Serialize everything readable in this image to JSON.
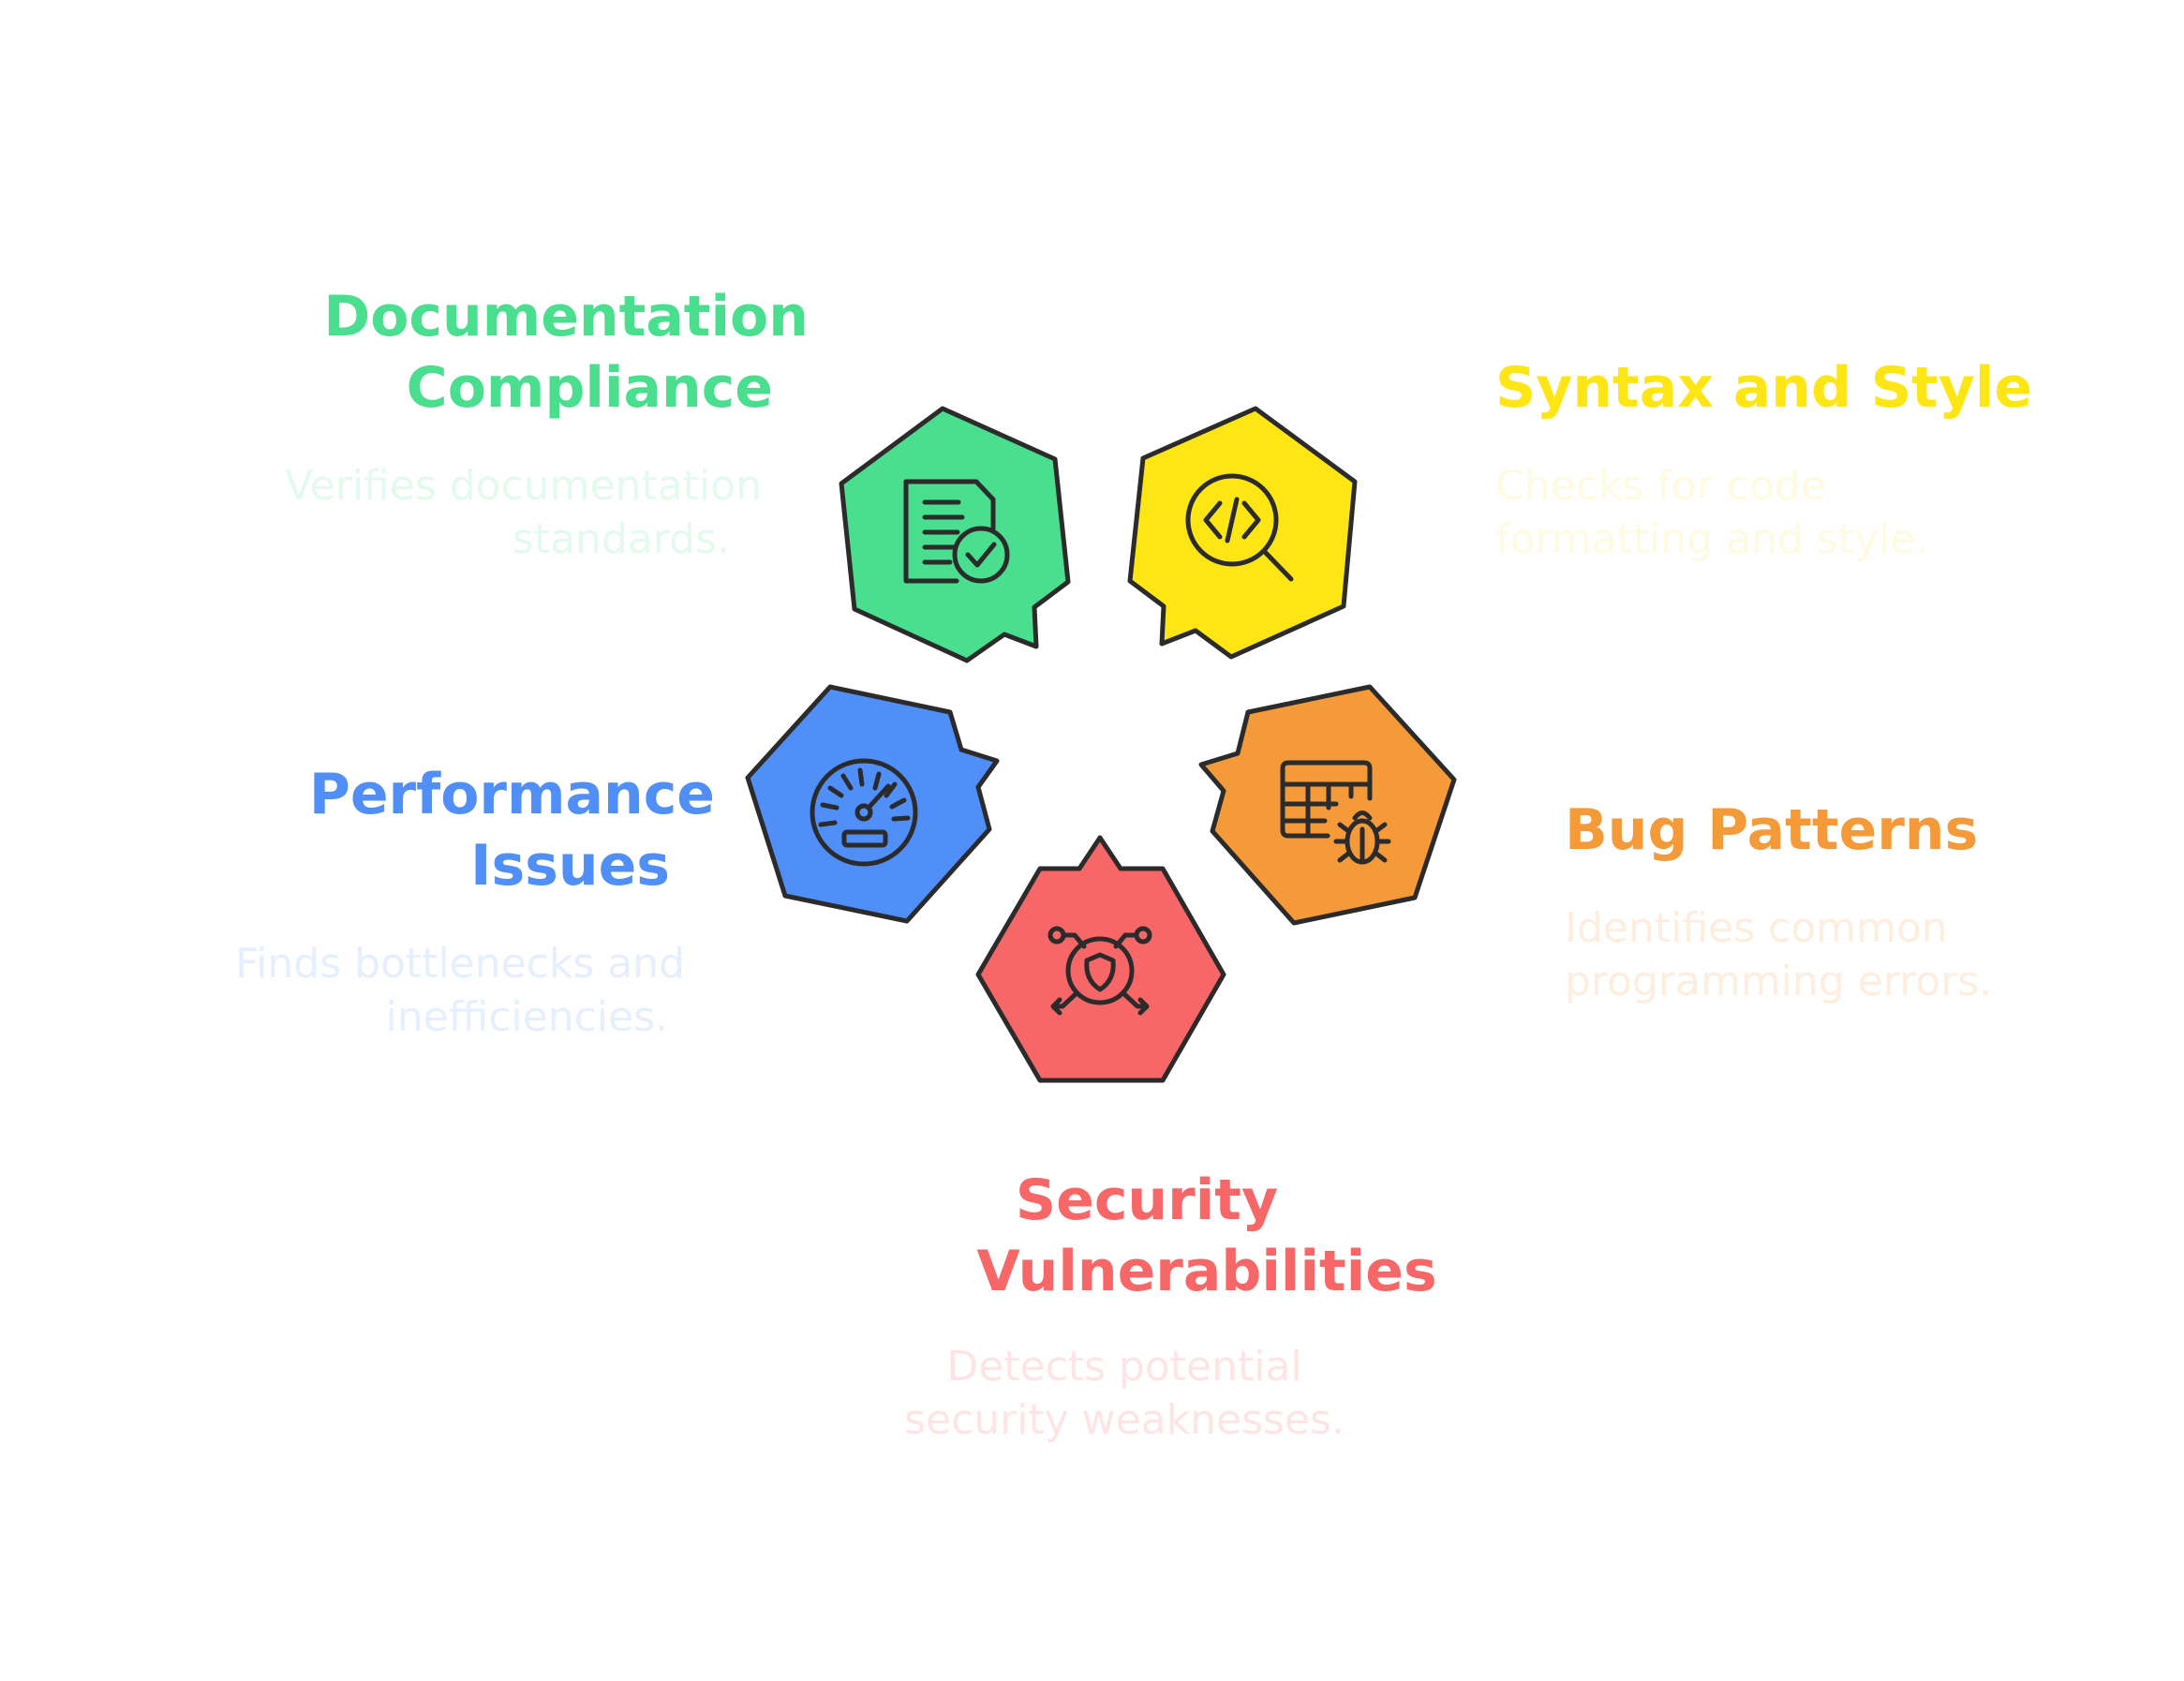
{
  "items": [
    {
      "key": "documentation",
      "title_lines": [
        "Documentation",
        "Compliance"
      ],
      "desc_lines": [
        "Verifies documentation",
        "standards."
      ],
      "color": "#4ADE8F",
      "desc_color": "#E4FAEE",
      "icon": "document-check-icon"
    },
    {
      "key": "syntax",
      "title_lines": [
        "Syntax and Style"
      ],
      "desc_lines": [
        "Checks for code",
        "formatting and style."
      ],
      "color": "#FDE614",
      "desc_color": "#FEFBE0",
      "icon": "code-search-icon"
    },
    {
      "key": "performance",
      "title_lines": [
        "Performance",
        "Issues"
      ],
      "desc_lines": [
        "Finds bottlenecks and",
        "inefficiencies."
      ],
      "color": "#4F8FF7",
      "desc_color": "#E6EFFD",
      "icon": "speedometer-icon"
    },
    {
      "key": "bug",
      "title_lines": [
        "Bug Patterns"
      ],
      "desc_lines": [
        "Identifies common",
        "programming errors."
      ],
      "color": "#F59A38",
      "desc_color": "#FDEEDF",
      "icon": "bug-table-icon"
    },
    {
      "key": "security",
      "title_lines": [
        "Security",
        "Vulnerabilities"
      ],
      "desc_lines": [
        "Detects potential",
        "security weaknesses."
      ],
      "color": "#F76767",
      "desc_color": "#FDE5E5",
      "icon": "shield-network-icon"
    }
  ],
  "stroke_color": "#2B2B2B"
}
